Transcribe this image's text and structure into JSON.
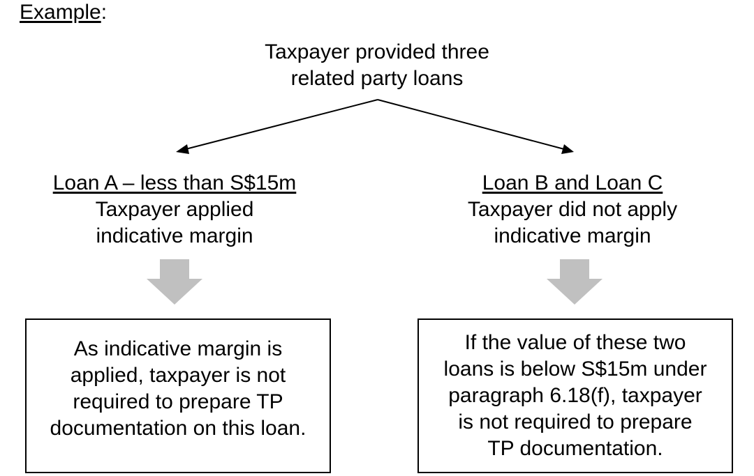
{
  "heading": {
    "text": "Example",
    "suffix": ":"
  },
  "root": {
    "line1": "Taxpayer provided three",
    "line2": "related party loans"
  },
  "branch_a": {
    "title": "Loan A – less than S$15m",
    "line1": "Taxpayer applied",
    "line2": "indicative margin"
  },
  "branch_b": {
    "title": "Loan B and Loan C",
    "line1": "Taxpayer did not apply",
    "line2": "indicative margin"
  },
  "box_a": {
    "line1": "As indicative margin is",
    "line2": "applied, taxpayer is not",
    "line3": "required to prepare TP",
    "line4": "documentation on this loan."
  },
  "box_b": {
    "line1": "If the value of these two",
    "line2": "loans is below S$15m under",
    "line3": "paragraph 6.18(f), taxpayer",
    "line4": "is not required to prepare",
    "line5": "TP documentation."
  },
  "colors": {
    "text": "#000000",
    "block_arrow": "#c0c0c0"
  }
}
